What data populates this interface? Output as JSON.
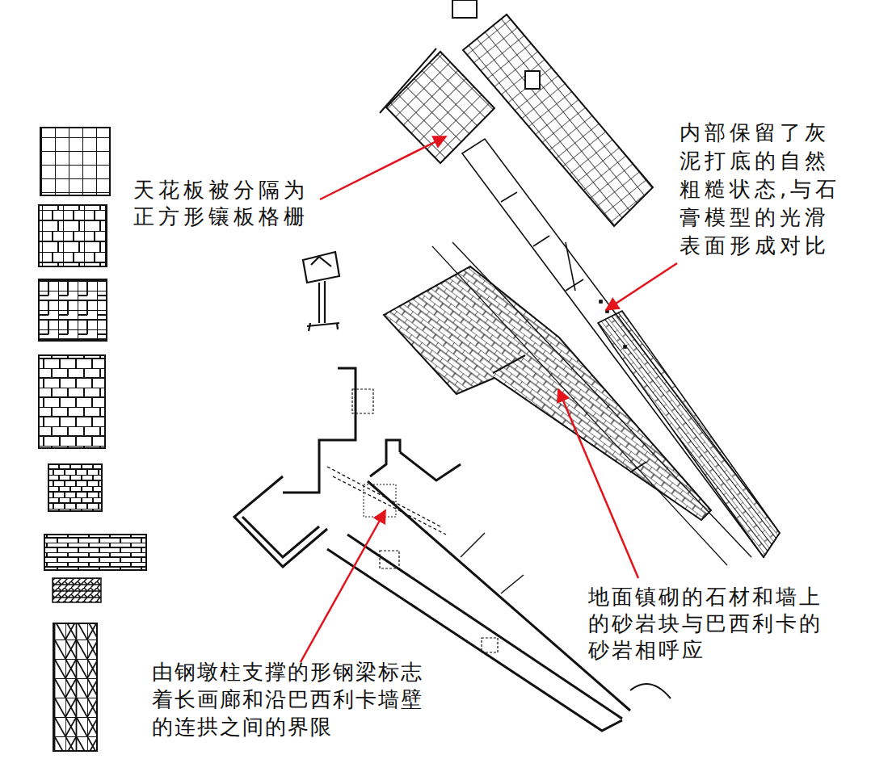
{
  "diagram": {
    "labels": [
      "天花板被分隔为 正方形镶板格栅",
      "内部保留了灰 泥打底的自然 粗糙状态,与石 膏模型的光滑 表面形成对比",
      "地面镇砌的石材和墙上 的砂岩块与巴西利卡的 砂岩相呼应",
      "由钢墩柱支撑的形钢梁标志 着长画廊和沿巴西利卡墙壁 的连拱之间的界限"
    ]
  }
}
